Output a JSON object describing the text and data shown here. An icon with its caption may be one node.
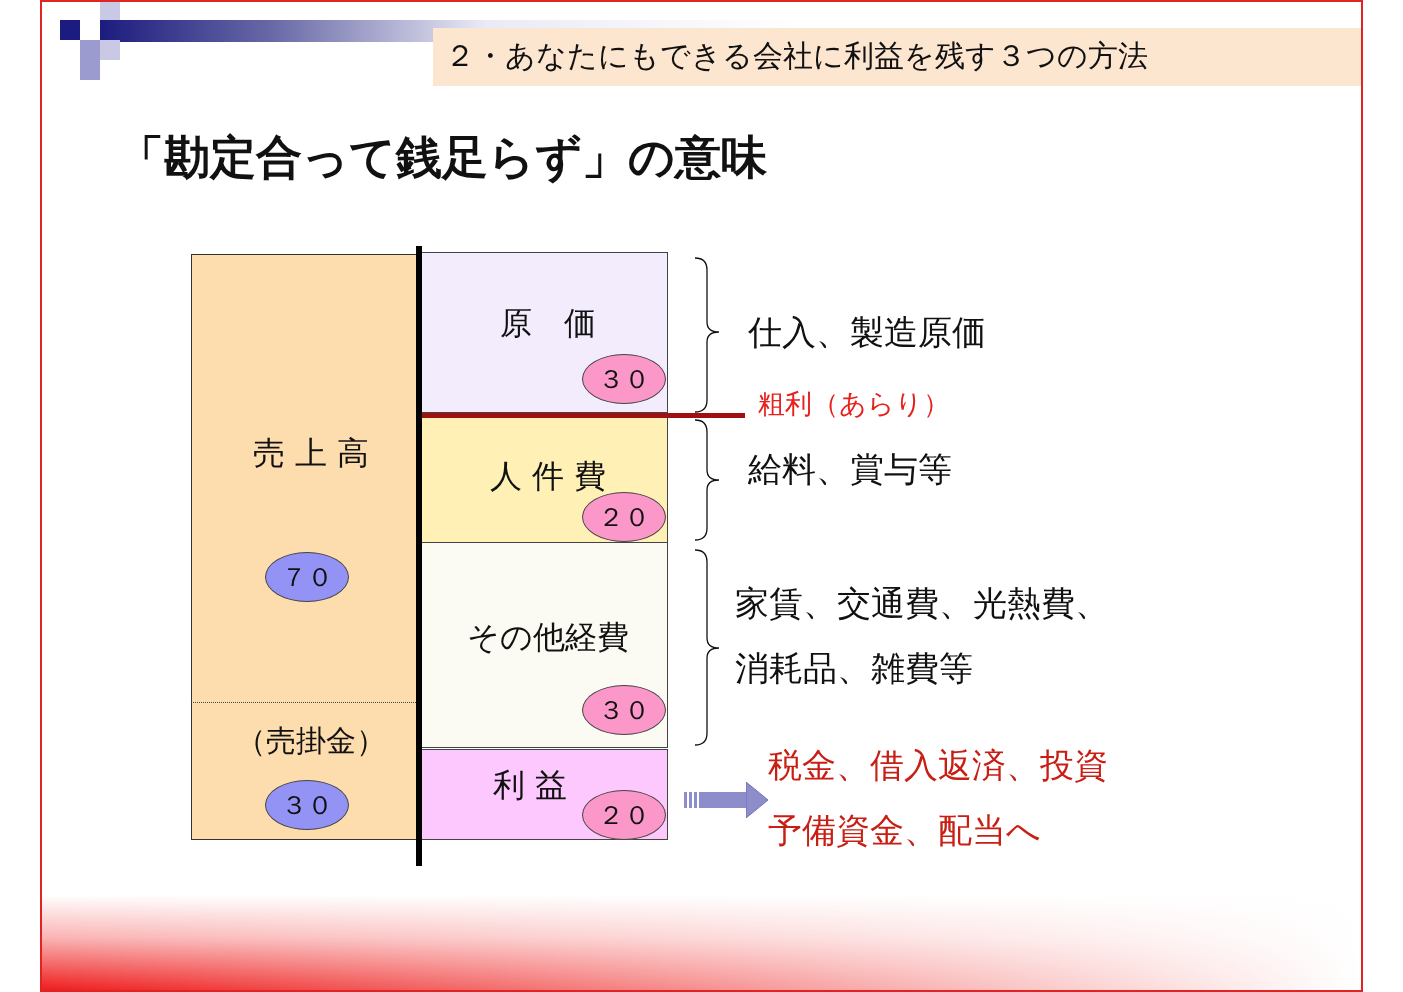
{
  "diagram": {
    "title": "「勘定合って銭足らず」の意味",
    "nodes": [
      {
        "text": [
          "売 上 高"
        ]
      },
      {
        "text": [
          "７０"
        ],
        "in": 0
      },
      {
        "text": [
          "（売掛金）"
        ]
      },
      {
        "text": [
          "３０"
        ],
        "in": 2
      },
      {
        "text": [
          "原　価"
        ]
      },
      {
        "text": [
          "３０"
        ],
        "in": 4
      },
      {
        "text": [
          "人 件 費"
        ]
      },
      {
        "text": [
          "２０"
        ],
        "in": 6
      },
      {
        "text": [
          "その他経費"
        ]
      },
      {
        "text": [
          "３０"
        ],
        "in": 8
      },
      {
        "text": [
          "利 益"
        ]
      },
      {
        "text": [
          "２０"
        ],
        "in": 10
      },
      {
        "text": [
          "税金、借入返済、投資予備資金、配当へ"
        ]
      }
    ],
    "edges": [
      {
        "from": 10,
        "to": 12,
        "arrow": "to"
      }
    ],
    "labels": [
      "２・あなたにもできる会社に利益を残す３つの方法",
      "仕入、製造原価",
      "粗利（あらり）",
      "給料、賞与等",
      "家賃、交通費、光熱費、消耗品、雑費等"
    ]
  }
}
